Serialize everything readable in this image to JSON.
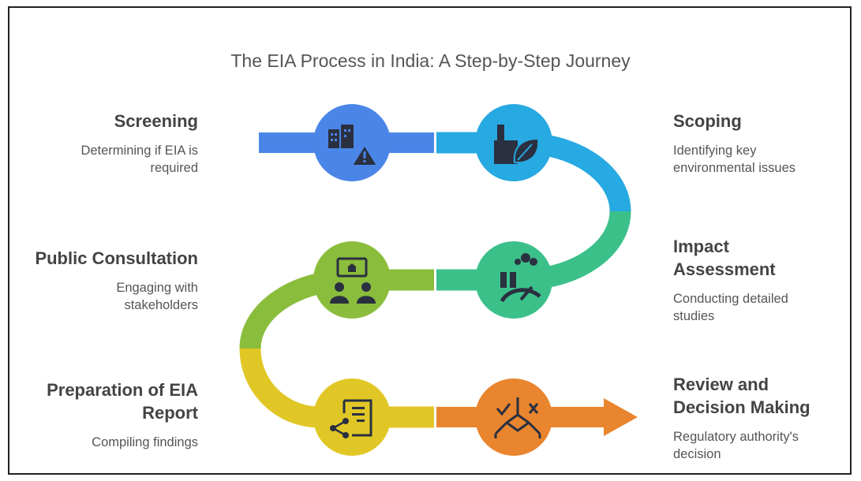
{
  "title": "The EIA Process in India: A Step-by-Step Journey",
  "steps": [
    {
      "heading": "Screening",
      "description": "Determining if EIA is required",
      "icon": "buildings-warning-icon",
      "color": "#4a86e8"
    },
    {
      "heading": "Scoping",
      "description": "Identifying key environmental issues",
      "icon": "factory-leaf-icon",
      "color": "#27a9e1"
    },
    {
      "heading": "Impact Assessment",
      "description": "Conducting detailed studies",
      "icon": "pollution-gauge-icon",
      "color": "#3cc08a"
    },
    {
      "heading": "Public Consultation",
      "description": "Engaging with stakeholders",
      "icon": "people-discussion-icon",
      "color": "#8bbd3c"
    },
    {
      "heading": "Preparation of EIA Report",
      "description": "Compiling findings",
      "icon": "document-share-icon",
      "color": "#e1c726"
    },
    {
      "heading": "Review and Decision Making",
      "description": "Regulatory authority's decision",
      "icon": "review-decision-icon",
      "color": "#e8852e"
    }
  ]
}
